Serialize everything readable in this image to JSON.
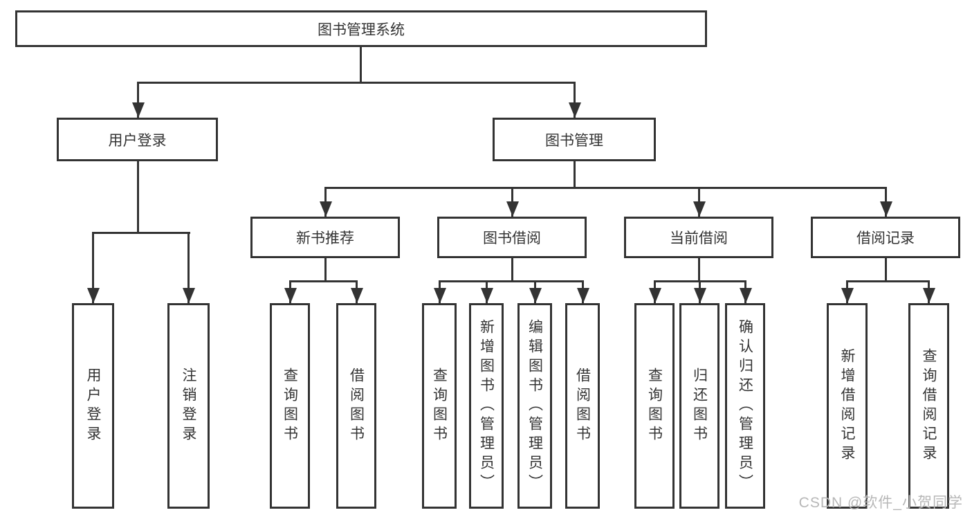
{
  "colors": {
    "line": "#333333",
    "text": "#333333",
    "watermark": "#b7b7b7",
    "background": "#ffffff"
  },
  "watermark": {
    "text": "CSDN @软件_小贺同学"
  },
  "diagram": {
    "title": "图书管理系统",
    "branches": [
      {
        "label": "用户登录",
        "children": [
          {
            "label": "用户登录"
          },
          {
            "label": "注销登录"
          }
        ]
      },
      {
        "label": "图书管理",
        "children": [
          {
            "label": "新书推荐",
            "children": [
              {
                "label": "查询图书"
              },
              {
                "label": "借阅图书"
              }
            ]
          },
          {
            "label": "图书借阅",
            "children": [
              {
                "label": "查询图书"
              },
              {
                "label": "新增图书（管理员）"
              },
              {
                "label": "编辑图书（管理员）"
              },
              {
                "label": "借阅图书"
              }
            ]
          },
          {
            "label": "当前借阅",
            "children": [
              {
                "label": "查询图书"
              },
              {
                "label": "归还图书"
              },
              {
                "label": "确认归还（管理员）"
              }
            ]
          },
          {
            "label": "借阅记录",
            "children": [
              {
                "label": "新增借阅记录"
              },
              {
                "label": "查询借阅记录"
              }
            ]
          }
        ]
      }
    ]
  }
}
